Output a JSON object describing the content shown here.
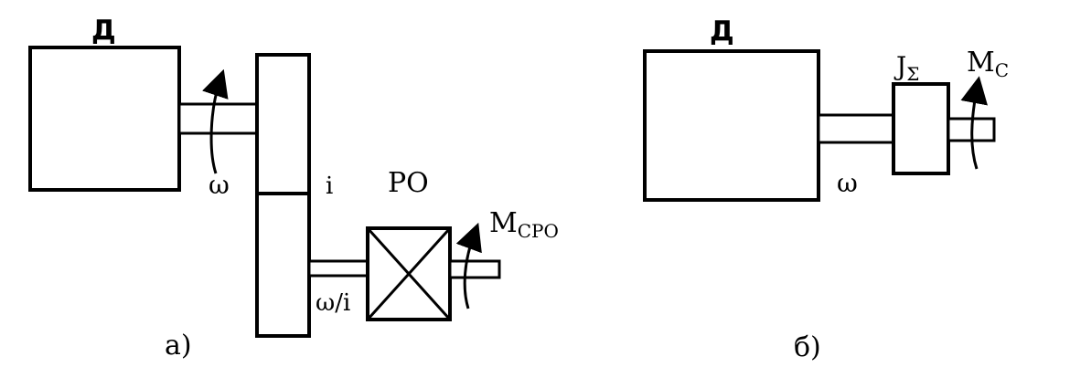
{
  "diagram_a": {
    "motor_label": "Д",
    "omega_label": "ω",
    "gear_ratio_label": "i",
    "working_body_label": "РО",
    "output_speed_label": "ω/i",
    "torque_label_main": "M",
    "torque_label_sub": "СРО",
    "caption": "а)"
  },
  "diagram_b": {
    "motor_label": "Д",
    "omega_label": "ω",
    "inertia_label_main": "J",
    "inertia_label_sub": "Σ",
    "torque_label_main": "M",
    "torque_label_sub": "С",
    "caption": "б)"
  }
}
